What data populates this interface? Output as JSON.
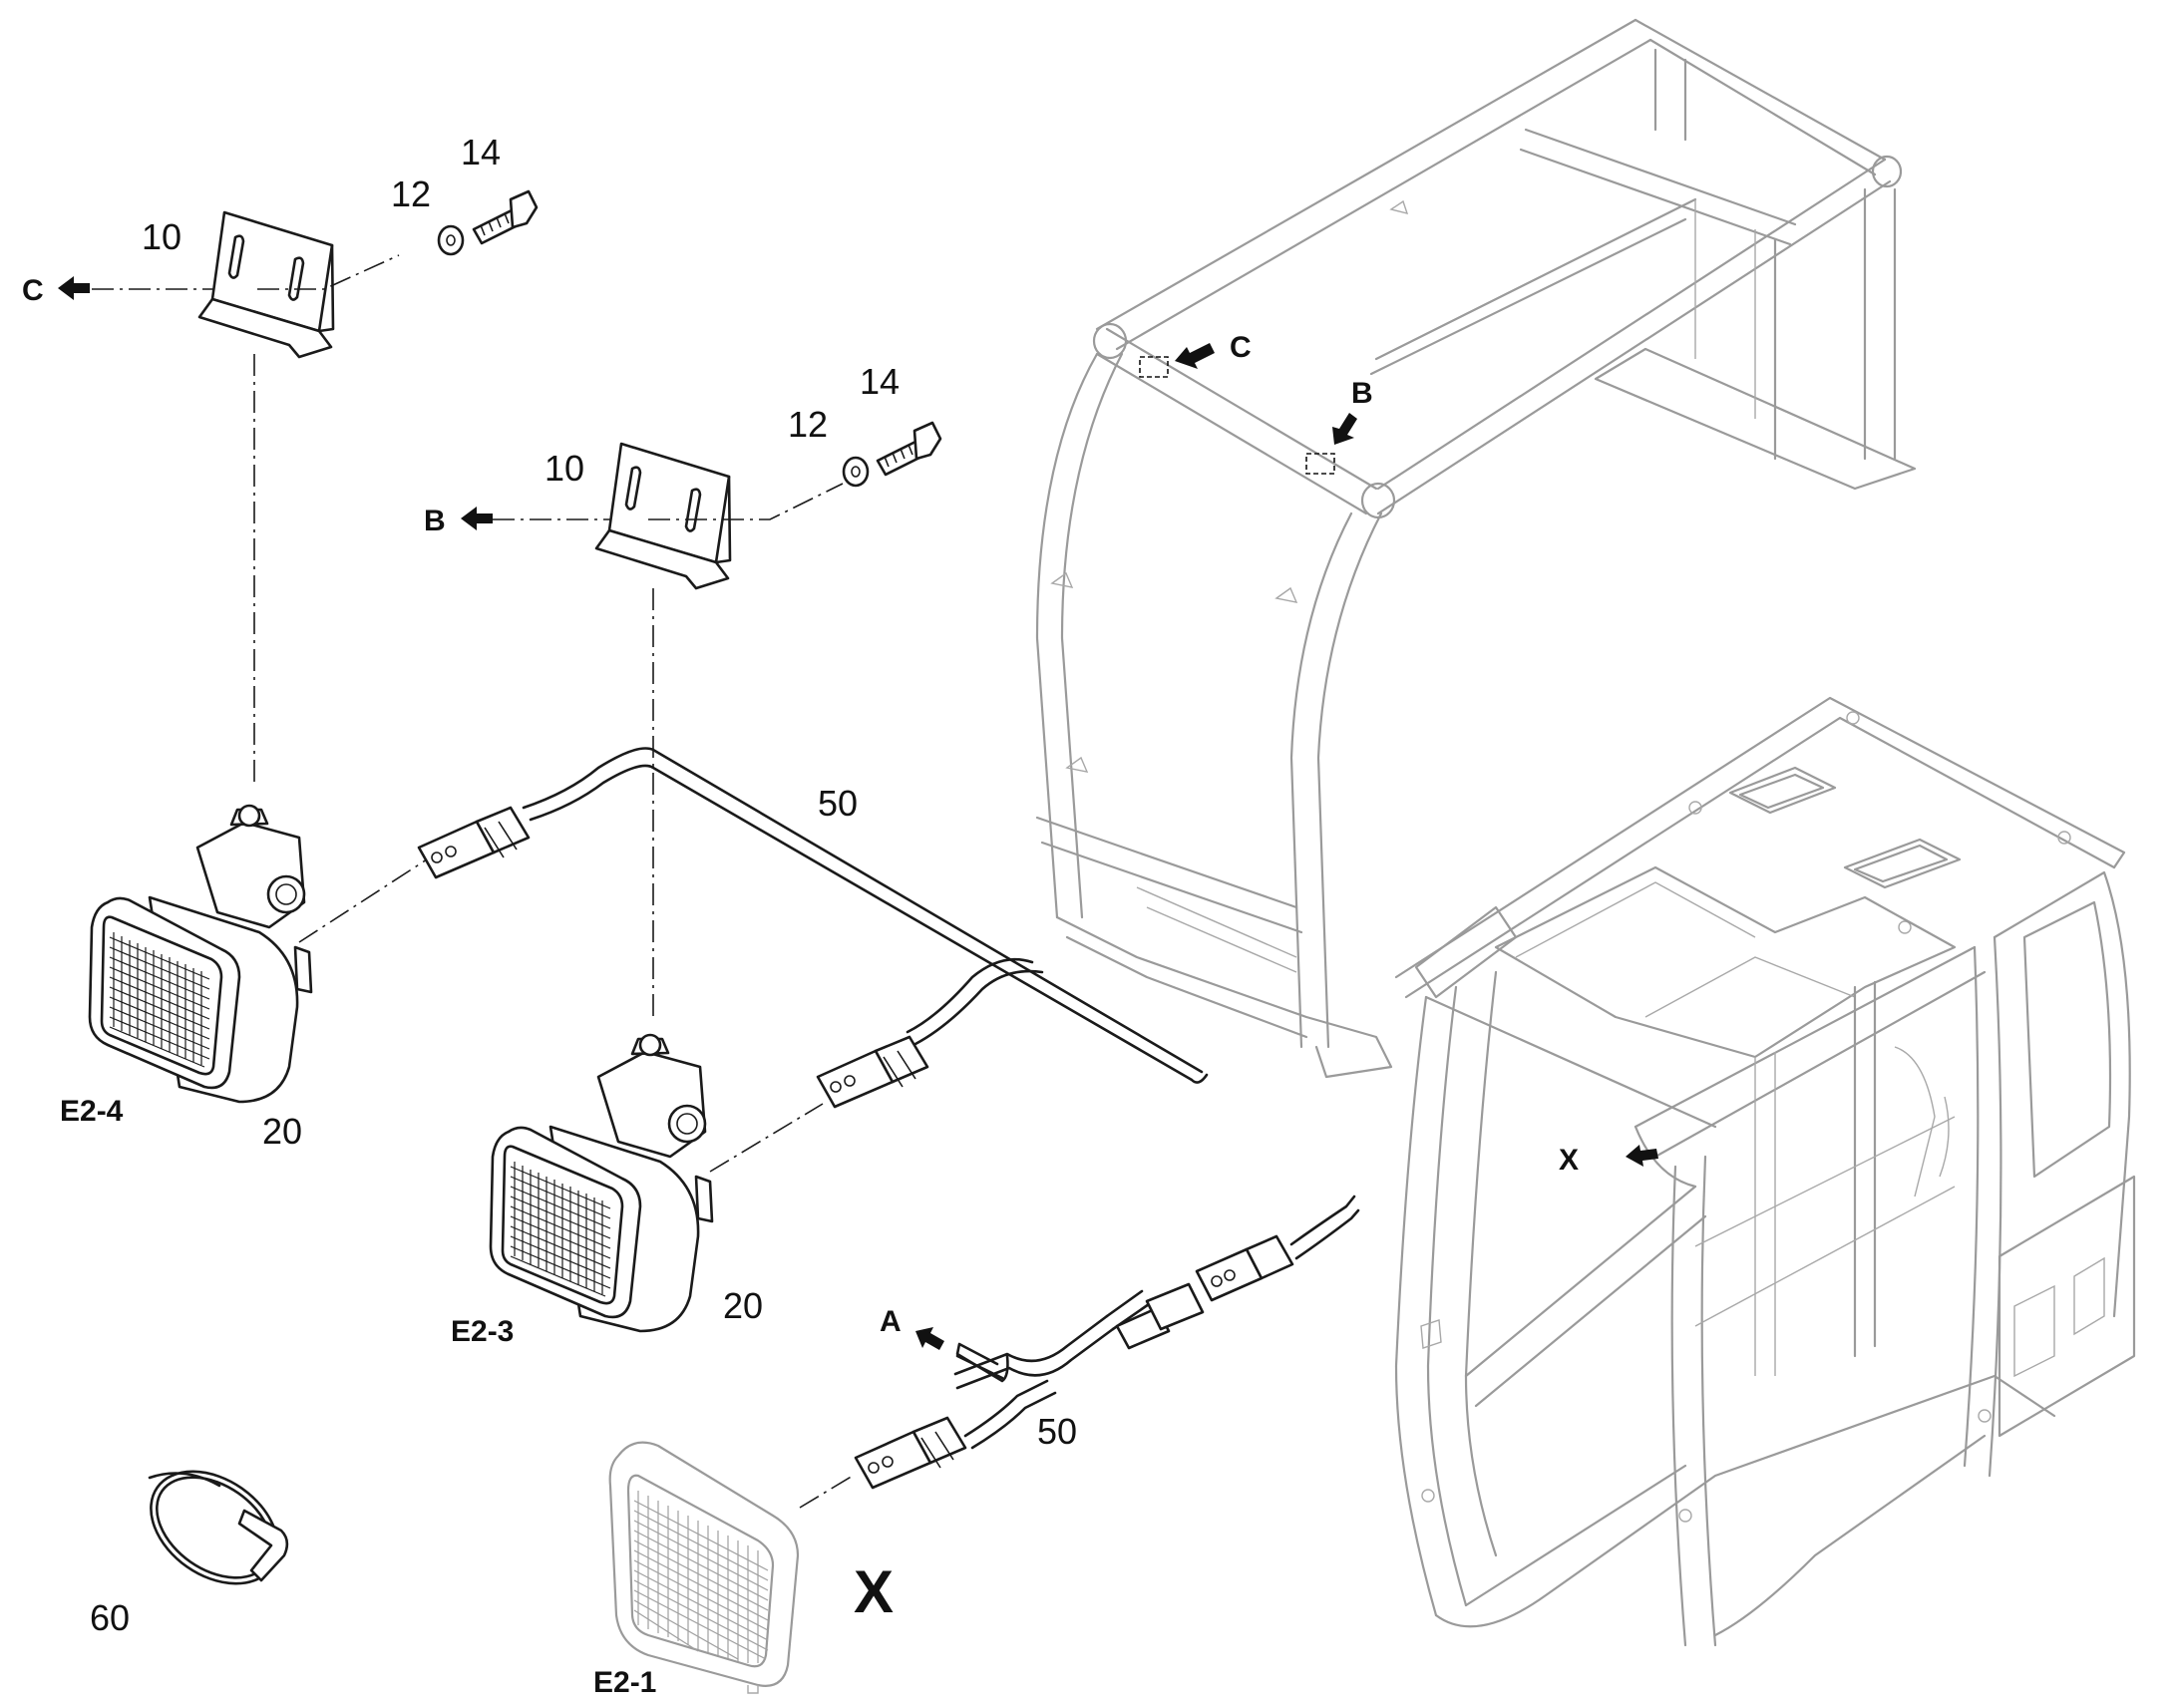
{
  "labels": {
    "part_10_top": "10",
    "part_12_top": "12",
    "part_14_top": "14",
    "part_10_mid": "10",
    "part_12_mid": "12",
    "part_14_mid": "14",
    "part_50_upper": "50",
    "part_50_lower": "50",
    "part_20_left": "20",
    "part_20_mid": "20",
    "part_60": "60",
    "e2_4": "E2-4",
    "e2_3": "E2-3",
    "e2_1": "E2-1",
    "arrow_c_left": "C",
    "arrow_b_left": "B",
    "arrow_a": "A",
    "arrow_c_frame": "C",
    "arrow_b_frame": "B",
    "arrow_x_cab": "X",
    "view_x": "X"
  }
}
